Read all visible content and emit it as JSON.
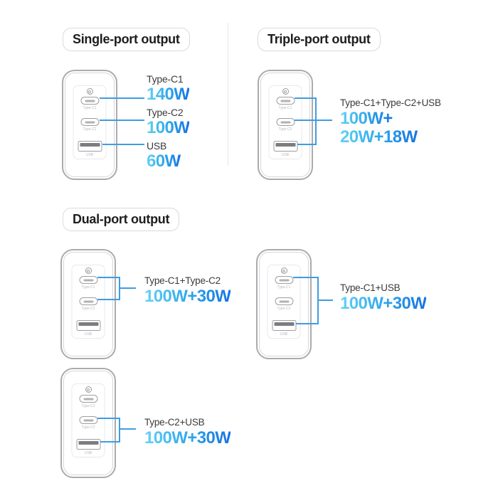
{
  "sections": {
    "single": {
      "title": "Single-port output"
    },
    "triple": {
      "title": "Triple-port output"
    },
    "dual": {
      "title": "Dual-port output"
    }
  },
  "charger": {
    "brand_icon": "brand-badge-icon",
    "ports": [
      {
        "name": "Type-C1"
      },
      {
        "name": "Type-C2"
      },
      {
        "name": "USB"
      }
    ]
  },
  "callouts": {
    "single": [
      {
        "label": "Type-C1",
        "value": "140W"
      },
      {
        "label": "Type-C2",
        "value": "100W"
      },
      {
        "label": "USB",
        "value": "60W"
      }
    ],
    "triple": {
      "label": "Type-C1+Type-C2+USB",
      "value_line1": "100W+",
      "value_line2": "20W+18W"
    },
    "dual": [
      {
        "label": "Type-C1+Type-C2",
        "value": "100W+30W"
      },
      {
        "label": "Type-C1+USB",
        "value": "100W+30W"
      },
      {
        "label": "Type-C2+USB",
        "value": "100W+30W"
      }
    ]
  },
  "colors": {
    "value_gradient_start": "#63d2f4",
    "value_gradient_end": "#1773e2",
    "callout_line": "#3f9ce2",
    "label_text": "#3b3b3d",
    "header_text": "#1d1d1f"
  }
}
